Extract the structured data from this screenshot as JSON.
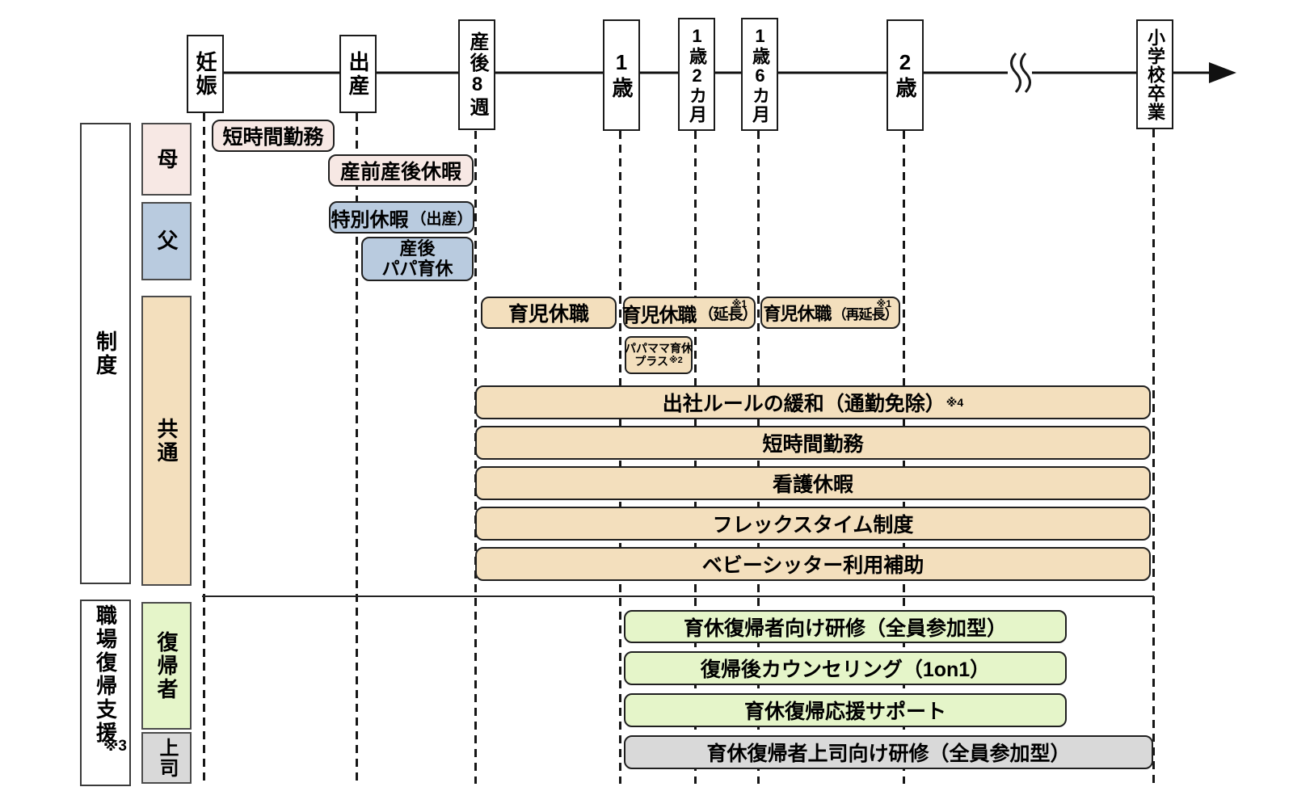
{
  "timeline": {
    "milestones": [
      "妊娠",
      "出産",
      "産後8週",
      "1歳",
      "1歳2カ月",
      "1歳6カ月",
      "2歳",
      "小学校卒業"
    ]
  },
  "sections": {
    "system": {
      "title": "制度",
      "rows": {
        "mother": "母",
        "father": "父",
        "common": "共通"
      }
    },
    "return_support": {
      "title": "職場復帰支援",
      "note": "※3",
      "rows": {
        "returnee": "復帰者",
        "supervisor": "上司"
      }
    }
  },
  "bars": {
    "mother_short_hours": {
      "label": "短時間勤務"
    },
    "prenatal_postnatal_leave": {
      "label": "産前産後休暇"
    },
    "special_leave": {
      "label": "特別休暇",
      "sub": "（出産）"
    },
    "postnatal_papa_leave": {
      "line1": "産後",
      "line2": "パパ育休"
    },
    "childcare_leave": {
      "label": "育児休職"
    },
    "childcare_leave_ext": {
      "label": "育児休職",
      "sub": "（延長）",
      "note": "※1"
    },
    "childcare_leave_reext": {
      "label": "育児休職",
      "sub": "（再延長）",
      "note": "※1"
    },
    "papa_mama_plus": {
      "line1": "パパママ育休",
      "line2": "プラス",
      "note": "※2"
    },
    "commute_rule": {
      "label": "出社ルールの緩和（通勤免除）",
      "note": "※4"
    },
    "short_hours": {
      "label": "短時間勤務"
    },
    "nursing_leave": {
      "label": "看護休暇"
    },
    "flextime": {
      "label": "フレックスタイム制度"
    },
    "babysitter_subsidy": {
      "label": "ベビーシッター利用補助"
    },
    "returnee_training": {
      "label": "育休復帰者向け研修（全員参加型）"
    },
    "counseling": {
      "label": "復帰後カウンセリング（1on1）"
    },
    "return_support_program": {
      "label": "育休復帰応援サポート"
    },
    "supervisor_training": {
      "label": "育休復帰者上司向け研修（全員参加型）"
    }
  },
  "colors": {
    "mother_pink": "#f7e8e4",
    "father_blue": "#b9cbdf",
    "common_tan": "#f3dfbd",
    "returnee_green": "#e5f5c9",
    "supervisor_gray": "#d9d9d9"
  }
}
